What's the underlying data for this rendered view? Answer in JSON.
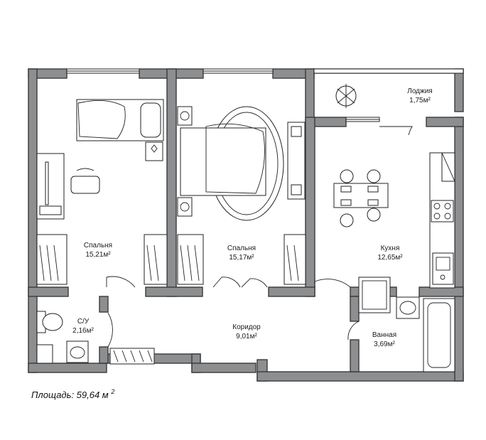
{
  "total_area": "Площадь: 59,64 м",
  "total_area_sup": "2",
  "rooms": [
    {
      "id": "bedroom-1",
      "name": "Спальня",
      "area": "15,21м²"
    },
    {
      "id": "bedroom-2",
      "name": "Спальня",
      "area": "15,17м²"
    },
    {
      "id": "loggia",
      "name": "Лоджия",
      "area": "1,75м²"
    },
    {
      "id": "kitchen",
      "name": "Кухня",
      "area": "12,65м²"
    },
    {
      "id": "wc",
      "name": "С/У",
      "area": "2,16м²"
    },
    {
      "id": "corridor",
      "name": "Коридор",
      "area": "9,01м²"
    },
    {
      "id": "bathroom",
      "name": "Ванная",
      "area": "3,69м²"
    }
  ]
}
